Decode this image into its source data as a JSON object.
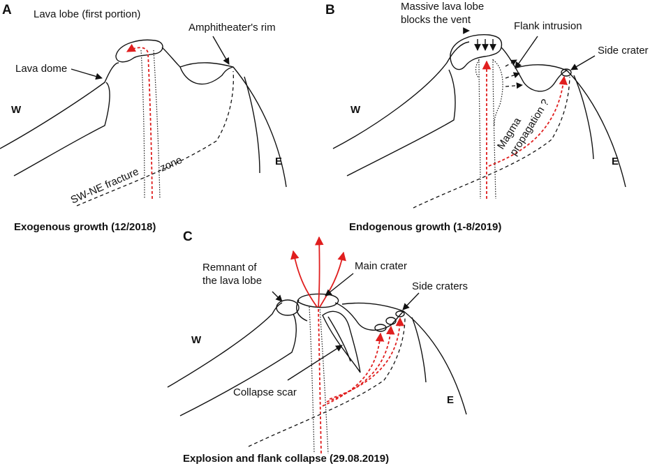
{
  "panels": {
    "a": {
      "letter": "A",
      "lava_lobe_label": "Lava lobe (first portion)",
      "rim_label": "Amphitheater's rim",
      "dome_label": "Lava dome",
      "west": "W",
      "east": "E",
      "fracture_label_1": "SW-NE fracture",
      "fracture_label_2": "zone",
      "caption": "Exogenous growth (12/2018)"
    },
    "b": {
      "letter": "B",
      "massive_lobe_line1": "Massive lava lobe",
      "massive_lobe_line2": "blocks the vent",
      "flank_label": "Flank intrusion",
      "side_crater_label": "Side crater",
      "west": "W",
      "east": "E",
      "magma_line1": "Magma",
      "magma_line2": "propagation ?",
      "caption": "Endogenous growth (1-8/2019)"
    },
    "c": {
      "letter": "C",
      "remnant_line1": "Remnant of",
      "remnant_line2": "the lava lobe",
      "main_crater_label": "Main crater",
      "side_craters_label": "Side craters",
      "west": "W",
      "east": "E",
      "collapse_label": "Collapse scar",
      "caption": "Explosion and flank collapse (29.08.2019)"
    }
  },
  "colors": {
    "magma": "#e01e1e",
    "lines": "#111111"
  }
}
